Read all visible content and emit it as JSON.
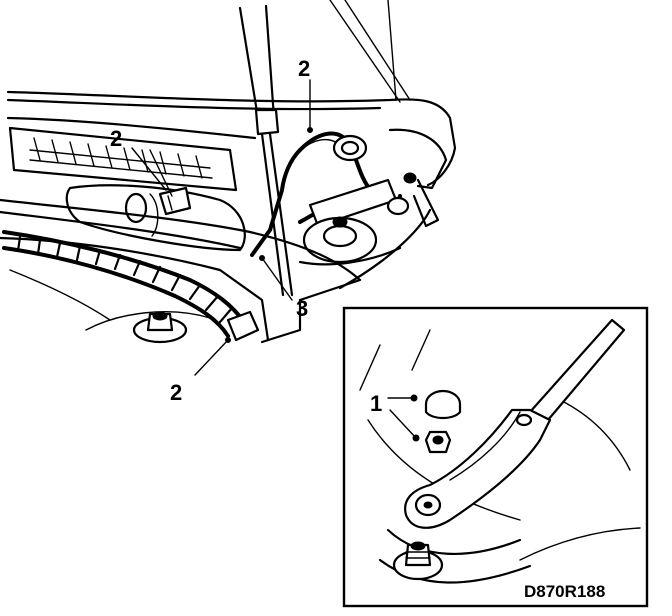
{
  "callouts": {
    "hose_top": "2",
    "hose_left": "2",
    "hose_bottom": "2",
    "bonnet_stay": "3",
    "arm_nut_cap": "1"
  },
  "figure_ref": "D870R188"
}
